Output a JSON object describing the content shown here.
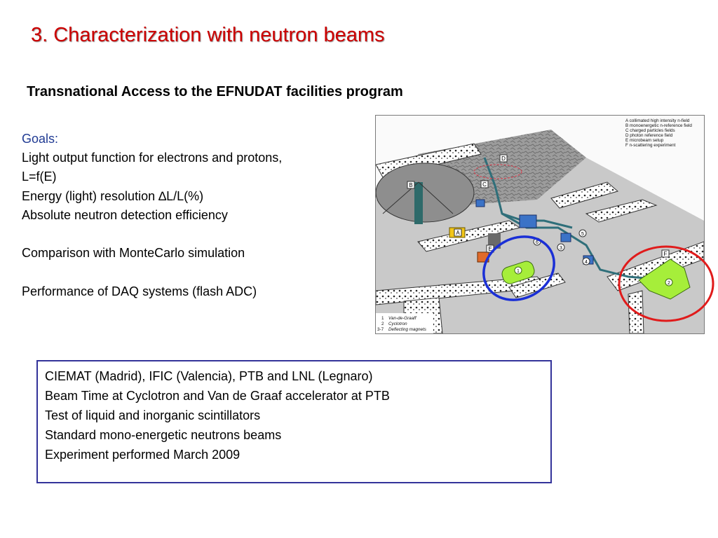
{
  "slide": {
    "title": "3. Characterization with neutron beams",
    "subtitle": "Transnational Access to the EFNUDAT facilities program"
  },
  "goals": {
    "header": "Goals:",
    "lines": [
      "Light output function for electrons and protons,",
      "L=f(E)",
      "Energy (light) resolution ∆L/L(%)",
      "Absolute neutron detection efficiency",
      "Comparison with MonteCarlo simulation",
      "Performance of DAQ systems (flash ADC)"
    ]
  },
  "figure": {
    "legend": [
      "A collimated high intensity n-field",
      "B monoenergetic n-reference field",
      "C charged particles fields",
      "D photon reference field",
      "E microbeam setup",
      "F n-scattering experiment"
    ],
    "key": [
      {
        "num": "1",
        "text": "Van-de-Graaff"
      },
      {
        "num": "2",
        "text": "Cyclotron"
      },
      {
        "num": "3-7",
        "text": "Deflecting magnets"
      }
    ],
    "area_labels": [
      "A",
      "B",
      "C",
      "D",
      "E",
      "F"
    ],
    "magnet_numbers": [
      "1",
      "2",
      "3",
      "4",
      "5",
      "6"
    ],
    "colors": {
      "blue_ellipse": "#1a2fd6",
      "red_ellipse": "#e01b1b",
      "green_equipment": "#a6ee3a"
    }
  },
  "info_box": {
    "lines": [
      "CIEMAT (Madrid), IFIC (Valencia), PTB and LNL (Legnaro)",
      "Beam Time at Cyclotron and Van de Graaf accelerator at PTB",
      "Test of liquid and inorganic scintillators",
      "Standard mono-energetic neutrons beams",
      "Experiment performed March 2009"
    ],
    "border_color": "#33339a"
  }
}
